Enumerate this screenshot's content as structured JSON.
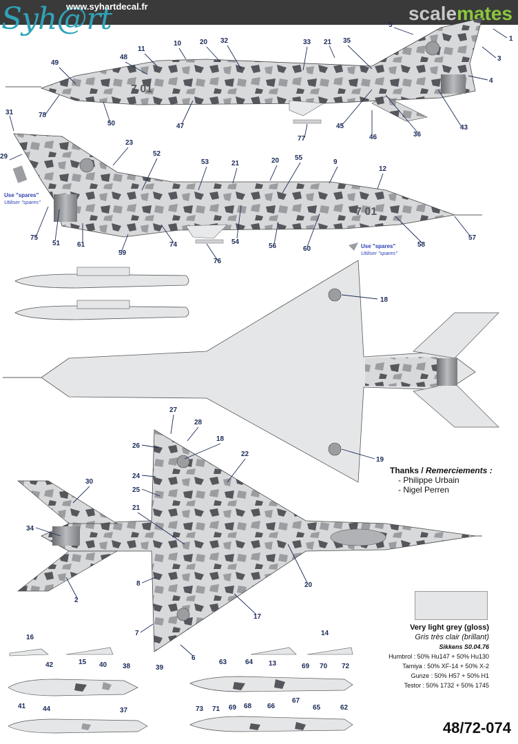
{
  "header": {
    "logo_text": "Syh@rt",
    "website": "www.syhartdecal.fr",
    "watermark_a": "scale",
    "watermark_b": "mates"
  },
  "notes": {
    "spares_en": "Use \"spares\"",
    "spares_fr": "Utiliser \"spares\""
  },
  "thanks": {
    "title": "Thanks / ",
    "title_fr": "Remerciements :",
    "names": [
      "- Philippe Urbain",
      "- Nigel Perren"
    ]
  },
  "paint": {
    "color_name": "Very light grey (gloss)",
    "color_name_fr": "Gris très clair (brillant)",
    "sikkens": "Sikkens S0.04.76",
    "lines": [
      "Humbrol : 50% Hu147 + 50% Hu130",
      "Tamiya : 50% XF-14 + 50% X-2",
      "Gunze : 50% H57 + 50% H1",
      "Testor : 50% 1732 + 50% 1745"
    ],
    "swatch_color": "#e4e6e8"
  },
  "sheet_code": "48/72-074",
  "callouts": {
    "profile_left": [
      "1",
      "3",
      "4",
      "5",
      "10",
      "11",
      "20",
      "21",
      "32",
      "33",
      "35",
      "36",
      "43",
      "45",
      "46",
      "47",
      "48",
      "49",
      "50",
      "77",
      "78"
    ],
    "profile_right": [
      "9",
      "12",
      "20",
      "21",
      "23",
      "29",
      "31",
      "51",
      "52",
      "53",
      "54",
      "55",
      "56",
      "57",
      "58",
      "59",
      "60",
      "61",
      "74",
      "75",
      "76"
    ],
    "underside": [
      "18",
      "19"
    ],
    "top_view": [
      "2",
      "6",
      "7",
      "8",
      "17",
      "18",
      "20",
      "21",
      "22",
      "24",
      "25",
      "26",
      "27",
      "28",
      "30",
      "34"
    ],
    "stores": [
      "13",
      "14",
      "15",
      "16",
      "37",
      "38",
      "39",
      "40",
      "41",
      "42",
      "44",
      "62",
      "63",
      "64",
      "65",
      "66",
      "67",
      "68",
      "69",
      "69",
      "70",
      "71",
      "72",
      "73"
    ]
  },
  "aircraft_codes": [
    "7 01",
    "7 01"
  ],
  "colors": {
    "camo_light": "#d8d9db",
    "camo_mid": "#9b9da1",
    "camo_dark": "#55575c",
    "callout": "#1a2a5a",
    "topbar": "#3a3a3a"
  }
}
